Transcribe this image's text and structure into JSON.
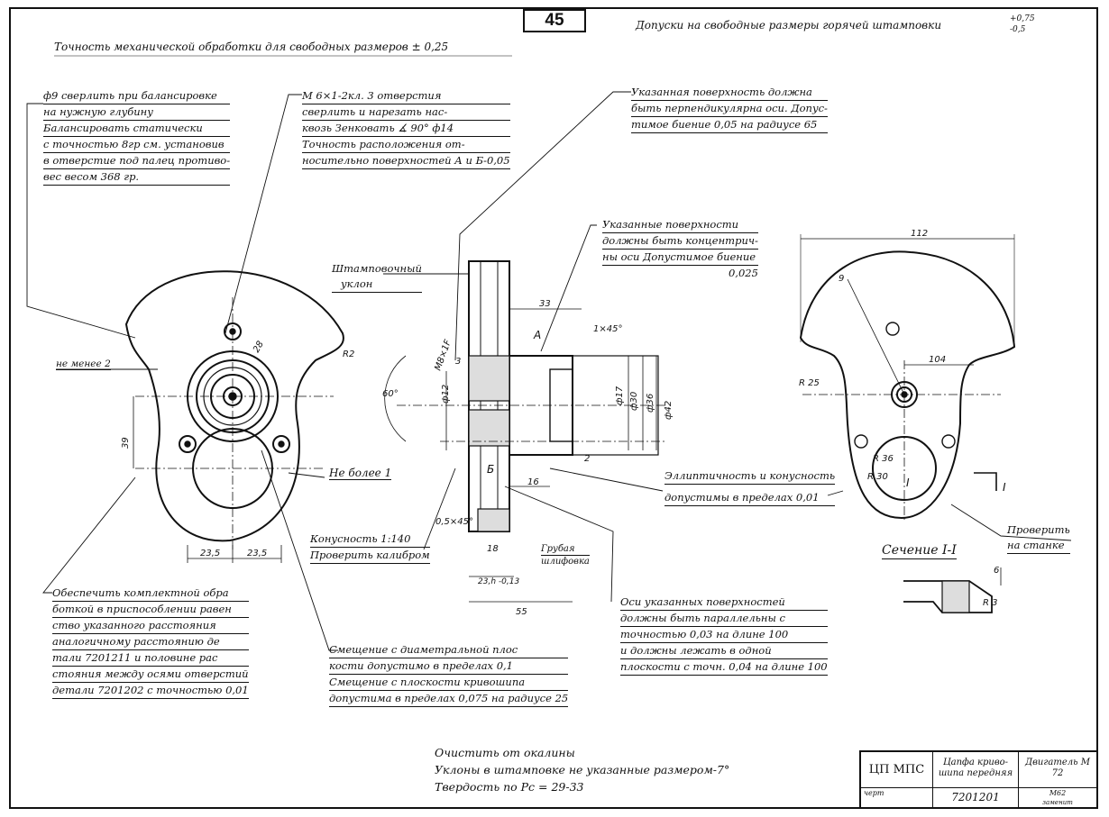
{
  "sheet_number": "45",
  "header": {
    "accuracy_note": "Точность механической обработки для свободных размеров ± 0,25",
    "forging_note": "Допуски на свободные размеры горячей штамповки",
    "forging_tol_upper": "+0,75",
    "forging_tol_lower": "-0,5"
  },
  "notes": {
    "drill": [
      "ф9 сверлить при балансировке",
      "на нужную глубину",
      "Балансировать статически",
      "с точностью 8гр см. установив",
      "в отверстие под палец противо-",
      "вес весом 368 гр."
    ],
    "thread": [
      "М 6×1-2кл. 3 отверстия",
      "сверлить и нарезать нас-",
      "квозь Зенковать ∡ 90° ф14",
      "Точность расположения от-",
      "носительно поверхностей А и Б-0,05"
    ],
    "perpendicular": [
      "Указанная поверхность должна",
      "быть перпендикулярна оси. Допус-",
      "тимое биение 0,05 на радиусе 65"
    ],
    "concentric": [
      "Указанные поверхности",
      "должны быть концентрич-",
      "ны оси Допустимое биение",
      "0,025"
    ],
    "stamp_slope": [
      "Штамповочный",
      "уклон"
    ],
    "ellipticity": [
      "Эллиптичность и конусность",
      "допустимы в пределах 0,01"
    ],
    "check": [
      "Проверить",
      "на станке"
    ],
    "axes": [
      "Оси указанных поверхностей",
      "должны быть параллельны с",
      "точностью 0,03 на длине 100",
      "и должны лежать в одной",
      "плоскости с точн. 0,04 на длине 100"
    ],
    "offset": [
      "Смещение с диаметральной плос",
      "кости допустимо в пределах 0,1",
      "Смещение с плоскости кривошипа",
      "допустима в пределах 0,075 на радиусе 25"
    ],
    "fixture": [
      "Обеспечить комплектной обра",
      "боткой в приспособлении равен",
      "ство указанного расстояния",
      "аналогичному расстоянию де",
      "тали 7201211 и половине рас",
      "стояния между осями отверстий",
      "детали 7201202 с точностью 0,01"
    ],
    "not_less": "не менее 2",
    "not_more": "Не более 1",
    "taper": "Конусность 1:140",
    "gauge": "Проверить калибром",
    "rough_grind": [
      "Грубая",
      "шлифовка"
    ],
    "section": "Сечение I-I",
    "bottom": [
      "Очистить от окалины",
      "Уклоны в штамповке не указанные размером-7°",
      "Твердость по Рс = 29-33"
    ]
  },
  "dimensions": {
    "d112": "112",
    "d104": "104",
    "r25": "R 25",
    "r2": "R2",
    "d33": "33",
    "d55": "55",
    "d2": "2",
    "d3": "3",
    "d16": "16",
    "d23_5a": "23,5",
    "d23_5b": "23,5",
    "a60": "60°",
    "ch1x45": "1×45°",
    "ch05x45": "0,5×45°",
    "ra": "A",
    "rb": "Б",
    "r3": "R 3",
    "d6": "6",
    "d12": "ф12",
    "d17": "ф17",
    "d30": "ф30",
    "d36": "ф36",
    "d42": "ф42",
    "r36": "R 36",
    "r30": "R 30",
    "d39": "39",
    "d28": "28",
    "thread": "М8×1F",
    "d23_h": "23,h -0,13",
    "d18": "18",
    "d9": "9",
    "sec_i_left": "I",
    "sec_i_right": "I"
  },
  "title_block": {
    "org": "ЦП МПС",
    "part_name": "Цапфа криво-шипа передняя",
    "engine": "Двигатель М 72",
    "part_no": "7201201",
    "drawn": "черт",
    "material": "М62",
    "note": "заменит"
  }
}
